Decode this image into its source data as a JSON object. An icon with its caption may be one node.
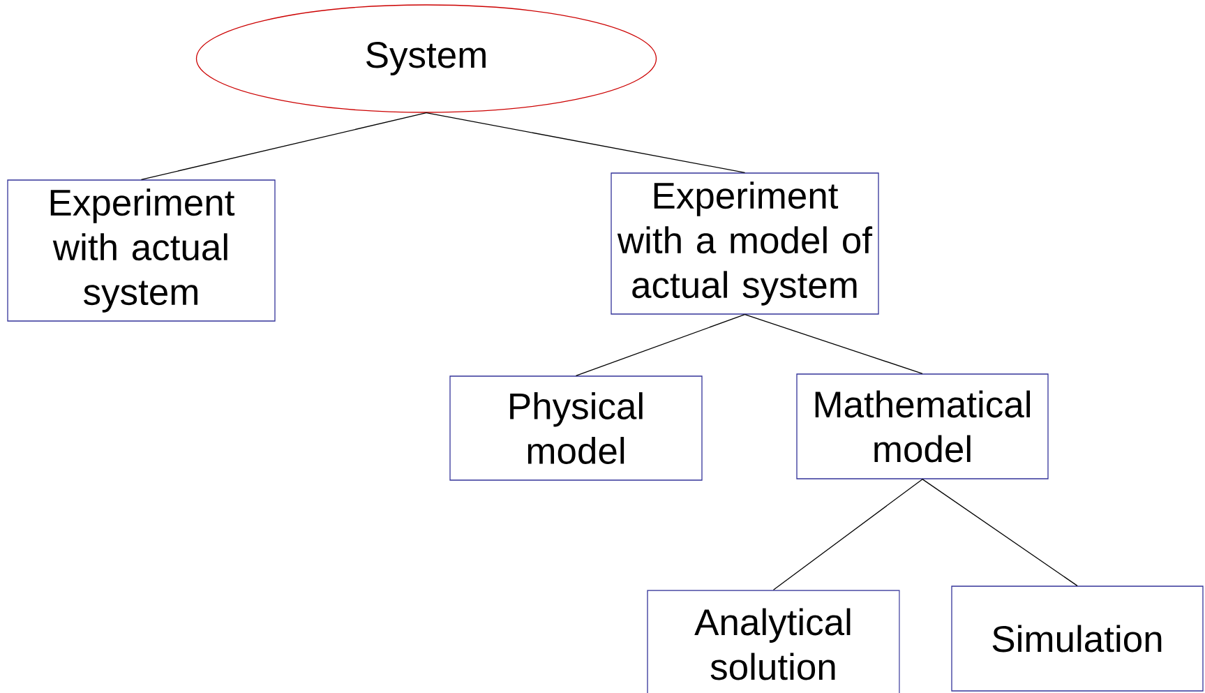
{
  "diagram": {
    "nodes": [
      {
        "text": [
          "System"
        ]
      },
      {
        "text": [
          "Experiment with actual system"
        ]
      },
      {
        "text": [
          "Experiment with a model of actual system"
        ]
      },
      {
        "text": [
          "Physical model"
        ]
      },
      {
        "text": [
          "Mathematical model"
        ]
      },
      {
        "text": [
          "Analytical solution"
        ]
      },
      {
        "text": [
          "Simulation"
        ]
      }
    ],
    "edges": [
      {
        "from": 0,
        "to": 1,
        "arrow": "none"
      },
      {
        "from": 0,
        "to": 2,
        "arrow": "none"
      },
      {
        "from": 2,
        "to": 3,
        "arrow": "none"
      },
      {
        "from": 2,
        "to": 4,
        "arrow": "none"
      },
      {
        "from": 4,
        "to": 5,
        "arrow": "none"
      },
      {
        "from": 4,
        "to": 6,
        "arrow": "none"
      }
    ]
  }
}
